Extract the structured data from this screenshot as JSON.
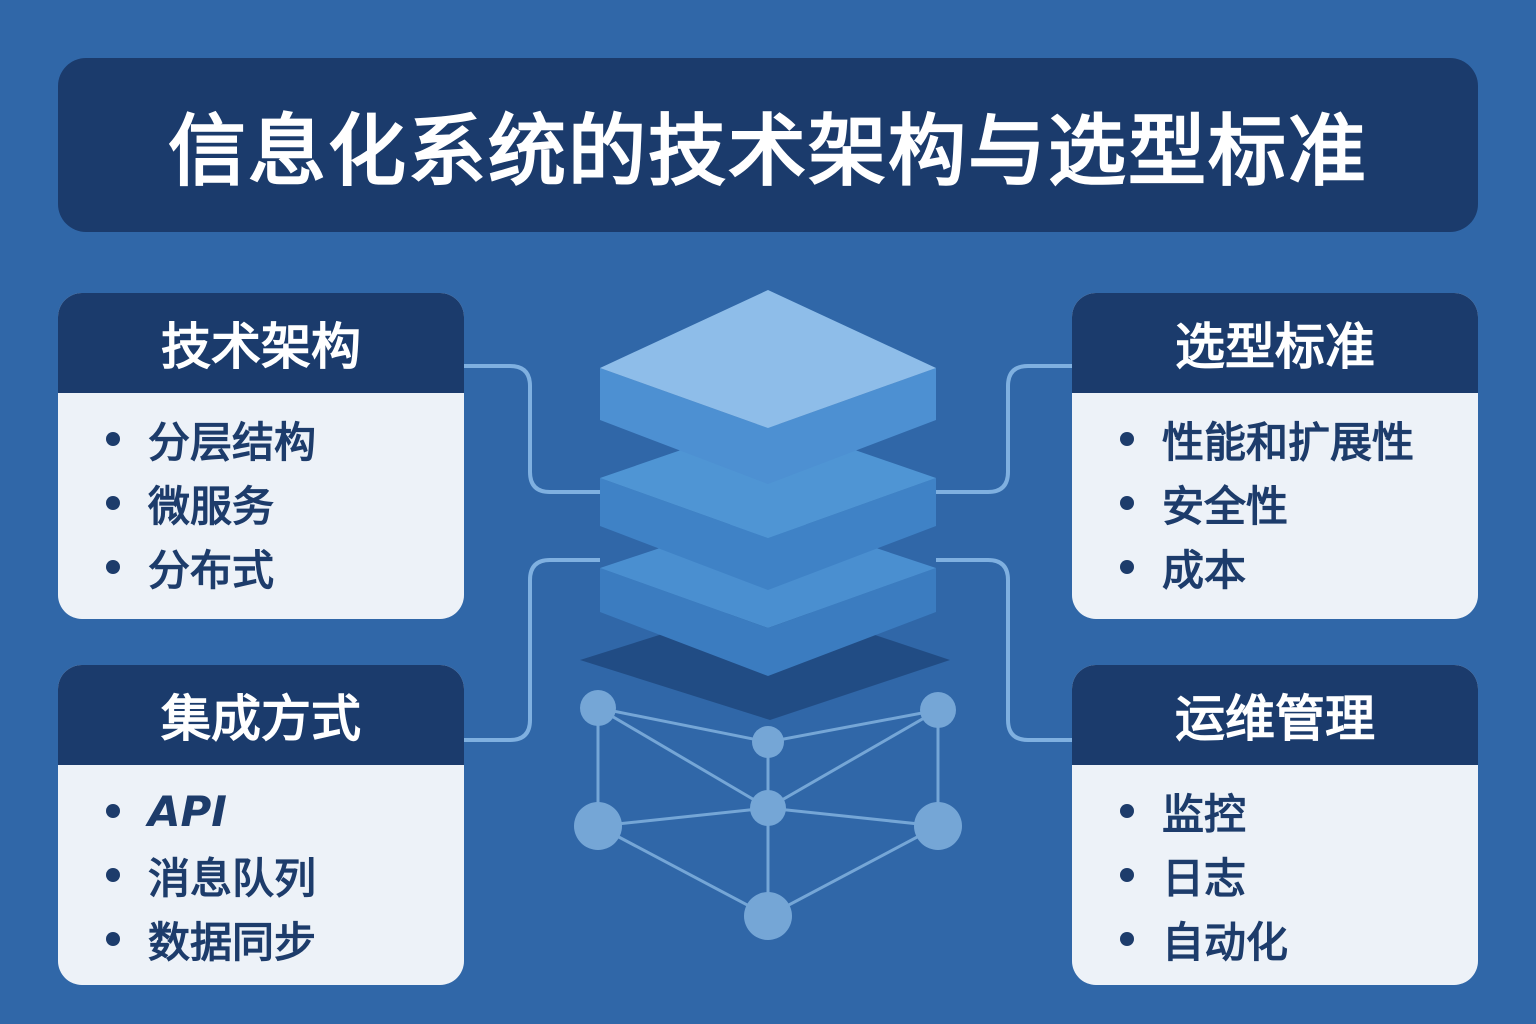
{
  "title": "信息化系统的技术架构与选型标准",
  "cards": [
    {
      "heading": "技术架构",
      "items": [
        "分层结构",
        "微服务",
        "分布式"
      ]
    },
    {
      "heading": "集成方式",
      "items": [
        "API",
        "消息队列",
        "数据同步"
      ]
    },
    {
      "heading": "选型标准",
      "items": [
        "性能和扩展性",
        "安全性",
        "成本"
      ]
    },
    {
      "heading": "运维管理",
      "items": [
        "监控",
        "日志",
        "自动化"
      ]
    }
  ],
  "colors": {
    "background": "#3067a8",
    "navy": "#1b3b6c",
    "card": "#edf2f8",
    "layer": "#4a8fd0"
  }
}
